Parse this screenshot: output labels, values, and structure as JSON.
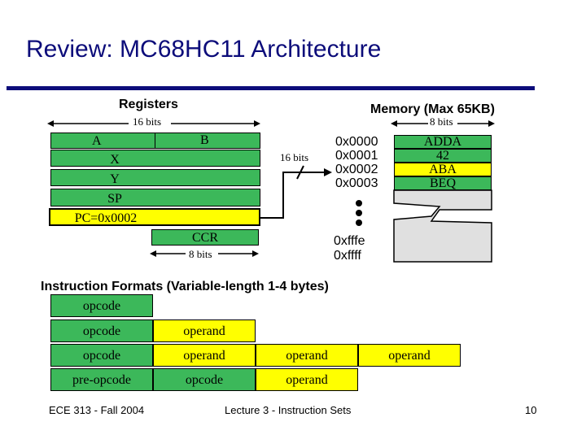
{
  "title": "Review: MC68HC11 Architecture",
  "registers": {
    "heading": "Registers",
    "width_label": "16 bits",
    "acc_a": "A",
    "acc_b": "B",
    "x": "X",
    "y": "Y",
    "sp": "SP",
    "pc": "PC=0x0002",
    "ccr": "CCR",
    "ccr_width_label": "8 bits"
  },
  "memory": {
    "heading": "Memory (Max 65KB)",
    "width_label": "8 bits",
    "bus_label": "16 bits",
    "addresses": [
      "0x0000",
      "0x0001",
      "0x0002",
      "0x0003"
    ],
    "cells": [
      "ADDA",
      "42",
      "ABA",
      "BEQ"
    ],
    "end_addresses": [
      "0xfffe",
      "0xffff"
    ]
  },
  "formats": {
    "heading": "Instruction Formats (Variable-length 1-4 bytes)",
    "row1": [
      "opcode"
    ],
    "row2": [
      "opcode",
      "operand"
    ],
    "row3": [
      "opcode",
      "operand",
      "operand",
      "operand"
    ],
    "row4": [
      "pre-opcode",
      "opcode",
      "operand"
    ]
  },
  "footer": {
    "left": "ECE 313 - Fall 2004",
    "center": "Lecture 3 - Instruction Sets",
    "page": "10"
  },
  "colors": {
    "title": "#0c0c7a",
    "register_green": "#3cb85a",
    "highlight_yellow": "#ffff00",
    "memory_gray": "#e0e0e0"
  }
}
